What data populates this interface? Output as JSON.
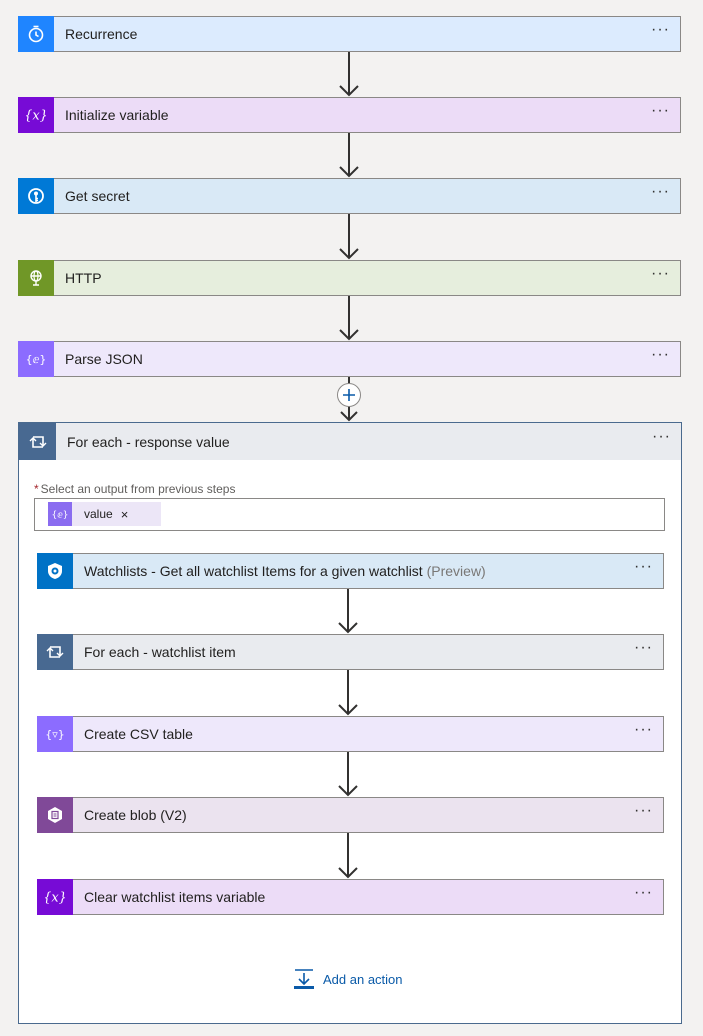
{
  "colors": {
    "recurrence": "#1f85ff",
    "variable": "#770bd6",
    "keyvault": "#0079d6",
    "http": "#709727",
    "parse_json": "#8c6cff",
    "loop": "#486991",
    "sentinel": "#0072c6",
    "csv": "#8c6cff",
    "blob": "#804998"
  },
  "steps": [
    {
      "label": "Recurrence",
      "icon": "clock-icon"
    },
    {
      "label": "Initialize variable",
      "icon": "variable-icon"
    },
    {
      "label": "Get secret",
      "icon": "key-vault-icon"
    },
    {
      "label": "HTTP",
      "icon": "globe-icon"
    },
    {
      "label": "Parse JSON",
      "icon": "json-icon"
    }
  ],
  "more_label": "···",
  "foreach": {
    "title": "For each - response value",
    "select_label": "Select an output from previous steps",
    "required_mark": "*",
    "token": {
      "label": "value",
      "close": "×"
    },
    "inner_steps": [
      {
        "label": "Watchlists - Get all watchlist Items for a given watchlist",
        "suffix": " (Preview)",
        "icon": "sentinel-icon"
      },
      {
        "label": "For each - watchlist item",
        "suffix": "",
        "icon": "loop-icon"
      },
      {
        "label": "Create CSV table",
        "suffix": "",
        "icon": "csv-icon"
      },
      {
        "label": "Create blob (V2)",
        "suffix": "",
        "icon": "blob-icon"
      },
      {
        "label": "Clear watchlist items variable",
        "suffix": "",
        "icon": "variable-icon"
      }
    ],
    "add_action": "Add an action"
  }
}
